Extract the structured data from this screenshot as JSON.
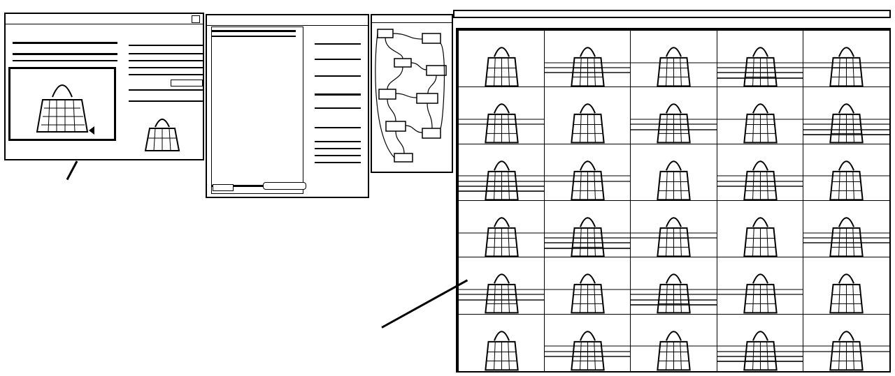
{
  "colors": {
    "ink": "#000000",
    "paper": "#ffffff"
  },
  "icons": {
    "product": "handbag-icon",
    "node_editor": "node-graph-icon",
    "connector": "arrow-icon"
  },
  "panels": {
    "input": {
      "title": "",
      "preview": "handbag-image",
      "small_preview": "handbag-image"
    },
    "settings": {
      "title": ""
    },
    "graph": {
      "title": ""
    },
    "results": {
      "title": "",
      "rows": 6,
      "cols": 5
    }
  }
}
